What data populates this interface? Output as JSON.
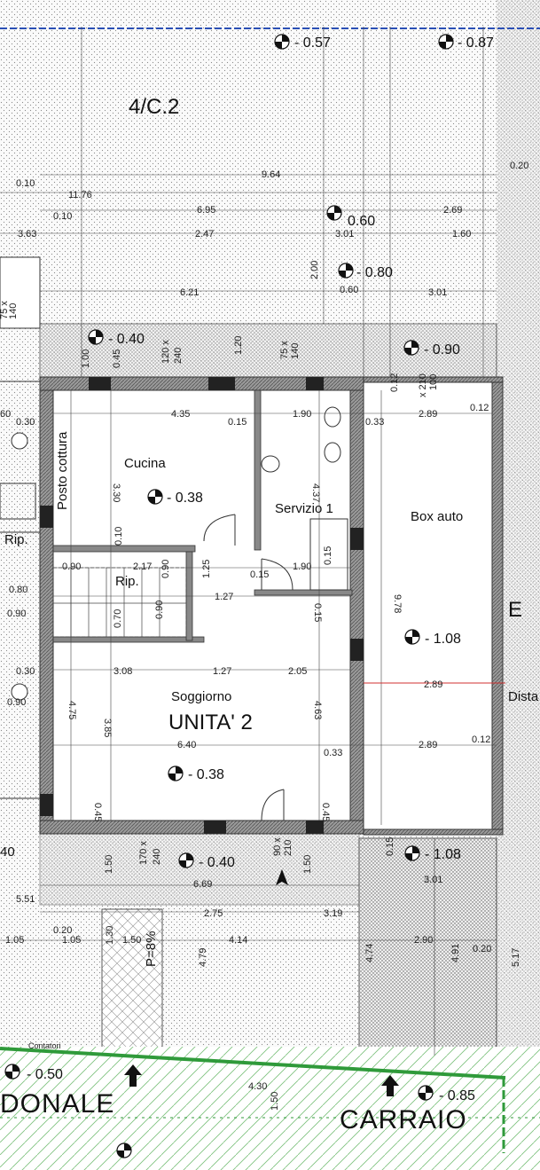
{
  "title": "4/C.2",
  "unit": {
    "name": "UNITA' 2"
  },
  "rooms": {
    "cucina": "Cucina",
    "posto_cottura": "Posto cottura",
    "servizio": "Servizio 1",
    "box": "Box auto",
    "soggiorno": "Soggiorno",
    "rip_left": "Rip.",
    "rip_stair": "Rip."
  },
  "levels": {
    "top1": "- 0.57",
    "top2": "- 0.87",
    "l060": "0.60",
    "l080": "- 0.80",
    "l040a": "- 0.40",
    "l090": "- 0.90",
    "cucina": "- 0.38",
    "box": "- 1.08",
    "sogg": "- 0.38",
    "l040b": "- 0.40",
    "l108b": "- 1.08",
    "l050": "- 0.50",
    "l085": "- 0.85"
  },
  "dims": {
    "d020a": "0.20",
    "d010": "0.10",
    "d964": "9.64",
    "d1176": "11.76",
    "d010b": "0.10",
    "d695": "6.95",
    "d269": "2.69",
    "d363": "3.63",
    "d247": "2.47",
    "d301a": "3.01",
    "d160": "1.60",
    "d200": "2.00",
    "d060": "0.60",
    "d621": "6.21",
    "d301b": "3.01",
    "w75a": "75 x",
    "w140a": "140",
    "d100": "1.00",
    "d045a": "0.45",
    "w120": "120 x",
    "w240a": "240",
    "d120": "1.20",
    "w75b": "75 x",
    "w140b": "140",
    "d012a": "0.12",
    "w210a": "x 210",
    "w100": "100",
    "d060b": "60",
    "d030a": "0.30",
    "d435": "4.35",
    "d015a": "0.15",
    "d190a": "1.90",
    "d033a": "0.33",
    "d289a": "2.89",
    "d012b": "0.12",
    "d330": "3.30",
    "d437": "4.37",
    "d010c": "0.10",
    "d015b": "0.15",
    "d090a": "0.90",
    "d217": "2.17",
    "d090b": "0.90",
    "d125": "1.25",
    "d015c": "0.15",
    "d190b": "1.90",
    "d080": "0.80",
    "d127a": "1.27",
    "d090c": "0.90",
    "d070": "0.70",
    "d090d": "0.90",
    "d015d": "0.15",
    "d978": "9.78",
    "d030b": "0.30",
    "d308": "3.08",
    "d127b": "1.27",
    "d205": "2.05",
    "d090e": "0.90",
    "d289b": "2.89",
    "dista": "Dista",
    "d475": "4.75",
    "d385": "3.85",
    "d463": "4.63",
    "d640": "6.40",
    "d033b": "0.33",
    "d289c": "2.89",
    "d012c": "0.12",
    "d045b": "0.45",
    "d045c": "0.45",
    "d40": "40",
    "d150a": "1.50",
    "w170": "170 x",
    "w240b": "240",
    "w90": "90 x",
    "w210b": "210",
    "d150b": "1.50",
    "d015e": "0.15",
    "d669": "6.69",
    "d301c": "3.01",
    "d551": "5.51",
    "d275": "2.75",
    "d319": "3.19",
    "d020b": "0.20",
    "d105a": "1.05",
    "d105b": "1.05",
    "d130": "1.30",
    "d150c": "1.50",
    "d414": "4.14",
    "d479": "4.79",
    "d474": "4.74",
    "d290": "2.90",
    "d491": "4.91",
    "d020c": "0.20",
    "d517": "5.17",
    "slope": "P=8%",
    "d430": "4.30",
    "d150d": "1.50",
    "e_label": "E"
  },
  "labels": {
    "contatori": "Contatori",
    "street_left": "DONALE",
    "street_right": "CARRAIO"
  },
  "colors": {
    "wall": "#7a7a7a",
    "hatch": "#444444",
    "blue_line": "#2a4fb5",
    "green_line": "#2f9a3a",
    "red": "#d03030"
  }
}
